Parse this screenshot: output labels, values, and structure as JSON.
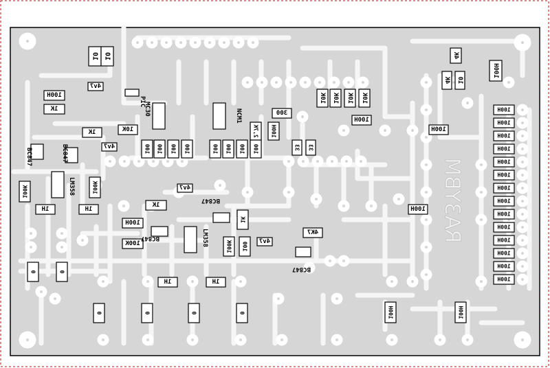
{
  "board": {
    "colors": {
      "background": "#ffffff",
      "pcb": "#d6d6d6",
      "trace": "#f6f6f6",
      "pad": "#ffffff",
      "label_box": "#ffffff",
      "border": "#000000",
      "frame": "#d40000"
    },
    "silkscreen_text": "RA3YBM",
    "components": [
      {
        "id": "c10-1",
        "text": "10"
      },
      {
        "id": "c10-2",
        "text": "10"
      },
      {
        "id": "c4k-1",
        "text": "4K"
      },
      {
        "id": "c4k-2",
        "text": "4K"
      },
      {
        "id": "c10-3",
        "text": "10"
      },
      {
        "id": "c100h-top",
        "text": "100H"
      },
      {
        "id": "c4v7-1",
        "text": "4v7"
      },
      {
        "id": "c100h-left",
        "text": "100H"
      },
      {
        "id": "c1k-left",
        "text": "1K"
      },
      {
        "id": "c10k-1",
        "text": "10K"
      },
      {
        "id": "c10k-2",
        "text": "10K"
      },
      {
        "id": "c10k-3",
        "text": "10K"
      },
      {
        "id": "c10k-4",
        "text": "10K"
      },
      {
        "id": "c100h-mid",
        "text": "100H"
      },
      {
        "id": "c100h-right",
        "text": "100H"
      },
      {
        "id": "c300",
        "text": "300"
      },
      {
        "id": "c1k-mid",
        "text": "1K"
      },
      {
        "id": "c10k-mid",
        "text": "10K"
      },
      {
        "id": "c4v7-2",
        "text": "4v7"
      },
      {
        "id": "c2-7k",
        "text": "2,7K"
      },
      {
        "id": "c100h-v",
        "text": "100H"
      },
      {
        "id": "c33-1",
        "text": "33"
      },
      {
        "id": "c33-2",
        "text": "33"
      },
      {
        "id": "c100-1",
        "text": "100"
      },
      {
        "id": "c100-2",
        "text": "100"
      },
      {
        "id": "c100-3",
        "text": "100"
      },
      {
        "id": "c100-4",
        "text": "100"
      },
      {
        "id": "c100-5",
        "text": "100"
      },
      {
        "id": "c100-6",
        "text": "100"
      },
      {
        "id": "c100-7",
        "text": "100"
      },
      {
        "id": "c100-8",
        "text": "100"
      },
      {
        "id": "c100k-left",
        "text": "100K"
      },
      {
        "id": "c100k-2",
        "text": "100K"
      },
      {
        "id": "c1h-1",
        "text": "1H"
      },
      {
        "id": "c1h-2",
        "text": "1H"
      },
      {
        "id": "c4v7-3",
        "text": "4v7"
      },
      {
        "id": "c1k-3",
        "text": "1K"
      },
      {
        "id": "c100h-4",
        "text": "100H"
      },
      {
        "id": "c100k-3",
        "text": "100K"
      },
      {
        "id": "c1k-4",
        "text": "1K"
      },
      {
        "id": "c100k-4",
        "text": "100K"
      },
      {
        "id": "c100-9",
        "text": "100"
      },
      {
        "id": "c4v7-4",
        "text": "4v7"
      },
      {
        "id": "c4k7",
        "text": "4K7"
      },
      {
        "id": "c100h-mid2",
        "text": "100H"
      },
      {
        "id": "c1h-3",
        "text": "1H"
      },
      {
        "id": "c1h-4",
        "text": "1H"
      },
      {
        "id": "c0-1",
        "text": "0"
      },
      {
        "id": "c0-2",
        "text": "0"
      },
      {
        "id": "c0-3",
        "text": "0"
      },
      {
        "id": "c0-4",
        "text": "0"
      },
      {
        "id": "c0-5",
        "text": "0"
      },
      {
        "id": "c0-6",
        "text": "0"
      },
      {
        "id": "c100h-b1",
        "text": "100H"
      },
      {
        "id": "c100h-b2",
        "text": "100H"
      },
      {
        "id": "c100h-r1",
        "text": "100H"
      },
      {
        "id": "c100h-r2",
        "text": "100H"
      },
      {
        "id": "c100h-r3",
        "text": "100H"
      },
      {
        "id": "c100h-r4",
        "text": "100H"
      },
      {
        "id": "c100h-r5",
        "text": "100H"
      },
      {
        "id": "c100h-r6",
        "text": "100H"
      },
      {
        "id": "c100h-r7",
        "text": "100H"
      },
      {
        "id": "c100h-r8",
        "text": "100H"
      },
      {
        "id": "c100h-r9",
        "text": "100H"
      },
      {
        "id": "c100h-r10",
        "text": "100H"
      },
      {
        "id": "c100h-r11",
        "text": "100H"
      },
      {
        "id": "c100h-r12",
        "text": "100H"
      },
      {
        "id": "c100h-r13",
        "text": "100H"
      },
      {
        "id": "c100h-r14",
        "text": "100H"
      }
    ],
    "ic_labels": [
      {
        "id": "ic-pic",
        "text": "PIC"
      },
      {
        "id": "ic-mc3",
        "text": "MC30"
      },
      {
        "id": "ic-ncm1",
        "text": "NCM1"
      },
      {
        "id": "ic-lm358-1",
        "text": "LM358"
      },
      {
        "id": "ic-lm358-2",
        "text": "LM358"
      },
      {
        "id": "ic-bc847-1",
        "text": "BC847"
      },
      {
        "id": "ic-bc847-2",
        "text": "BC847"
      },
      {
        "id": "ic-bc847-3",
        "text": "BC847"
      },
      {
        "id": "ic-bc847-4",
        "text": "BC847"
      },
      {
        "id": "ic-bc847-5",
        "text": "BC847"
      }
    ]
  }
}
